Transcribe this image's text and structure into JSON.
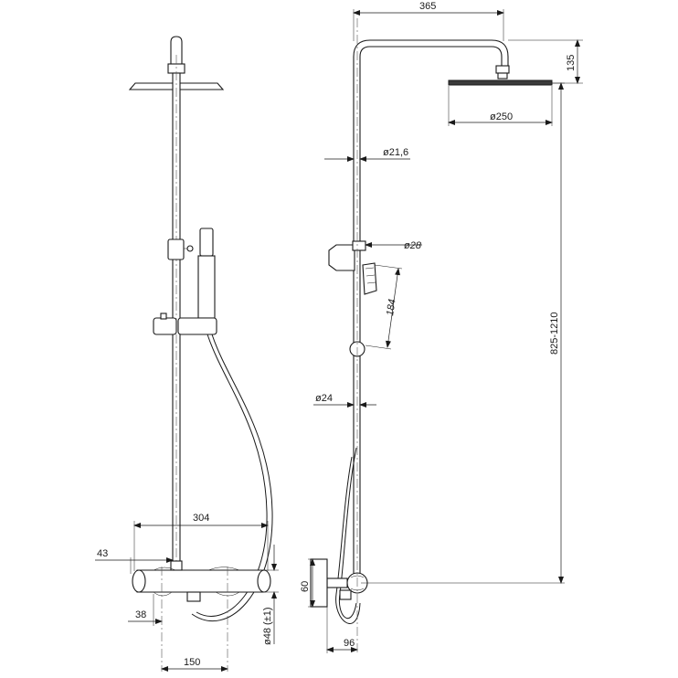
{
  "dimensions": {
    "arm_length": "365",
    "head_height": "135",
    "head_diameter": "ø250",
    "pipe_upper_diameter": "ø21,6",
    "holder_diameter": "ø28",
    "hand_shower_length": "184",
    "pipe_lower_diameter": "ø24",
    "height_range": "825-1210",
    "mixer_width": "304",
    "mixer_left_offset": "43",
    "mixer_depth_left": "38",
    "mixer_inlet_spacing": "150",
    "mixer_diameter": "ø48 (±1)",
    "connection_height": "60",
    "wall_distance": "96"
  }
}
